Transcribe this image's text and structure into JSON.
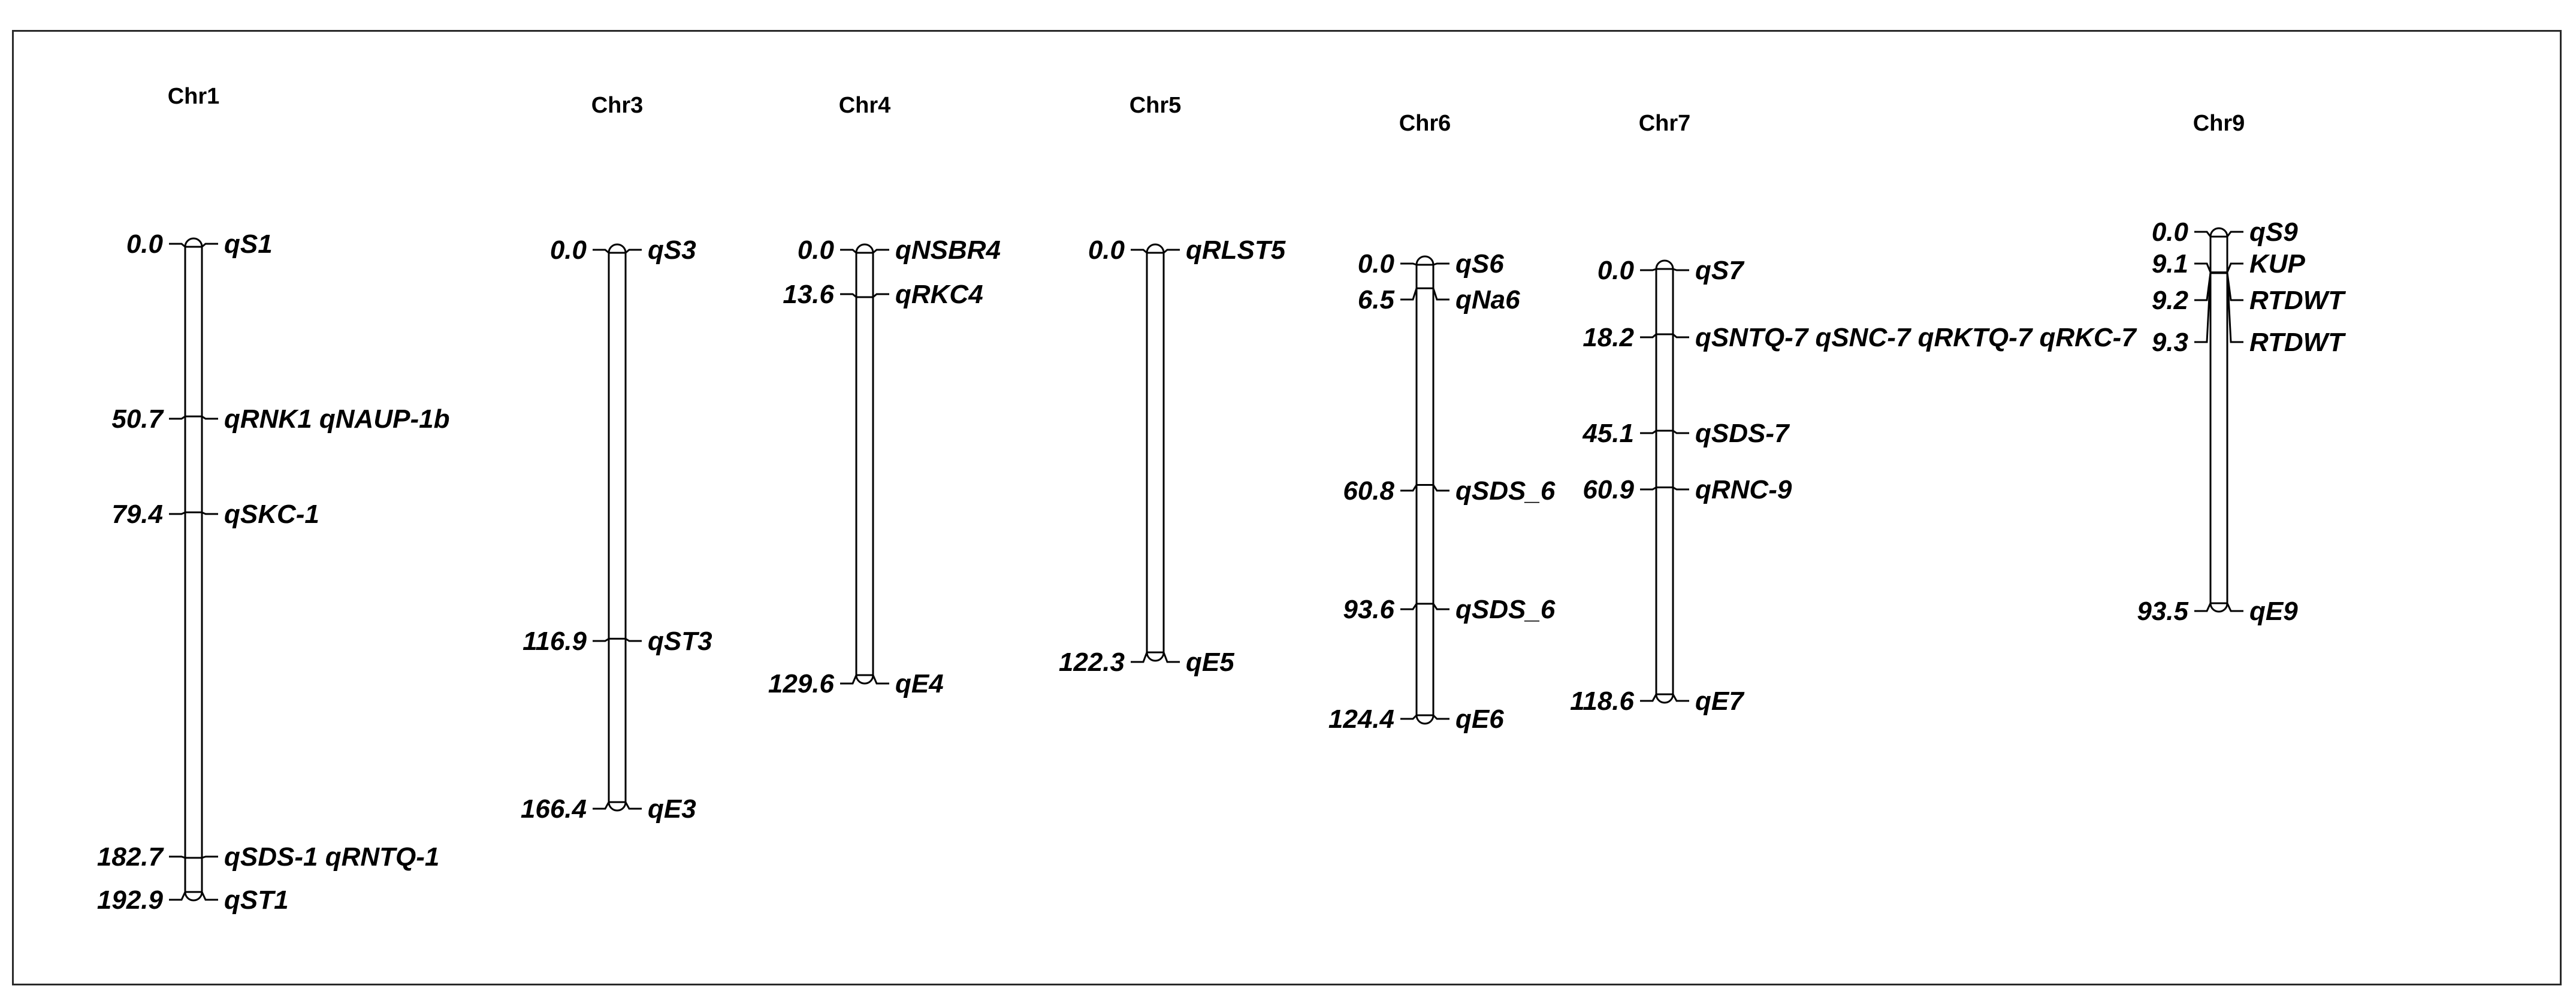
{
  "chromosomes": [
    {
      "name": "Chr1",
      "markers": [
        {
          "pos": "0.0",
          "qtl": "qS1"
        },
        {
          "pos": "50.7",
          "qtl": "qRNK1 qNAUP-1b"
        },
        {
          "pos": "79.4",
          "qtl": "qSKC-1"
        },
        {
          "pos": "182.7",
          "qtl": "qSDS-1 qRNTQ-1"
        },
        {
          "pos": "192.9",
          "qtl": "qST1"
        }
      ]
    },
    {
      "name": "Chr3",
      "markers": [
        {
          "pos": "0.0",
          "qtl": "qS3"
        },
        {
          "pos": "116.9",
          "qtl": "qST3"
        },
        {
          "pos": "166.4",
          "qtl": "qE3"
        }
      ]
    },
    {
      "name": "Chr4",
      "markers": [
        {
          "pos": "0.0",
          "qtl": "qNSBR4"
        },
        {
          "pos": "13.6",
          "qtl": "qRKC4"
        },
        {
          "pos": "129.6",
          "qtl": "qE4"
        }
      ]
    },
    {
      "name": "Chr5",
      "markers": [
        {
          "pos": "0.0",
          "qtl": "qRLST5"
        },
        {
          "pos": "122.3",
          "qtl": "qE5"
        }
      ]
    },
    {
      "name": "Chr6",
      "markers": [
        {
          "pos": "0.0",
          "qtl": "qS6"
        },
        {
          "pos": "6.5",
          "qtl": "qNa6"
        },
        {
          "pos": "60.8",
          "qtl": "qSDS_6"
        },
        {
          "pos": "93.6",
          "qtl": "qSDS_6"
        },
        {
          "pos": "124.4",
          "qtl": "qE6"
        }
      ]
    },
    {
      "name": "Chr7",
      "markers": [
        {
          "pos": "0.0",
          "qtl": "qS7"
        },
        {
          "pos": "18.2",
          "qtl": "qSNTQ-7 qSNC-7 qRKTQ-7 qRKC-7"
        },
        {
          "pos": "45.1",
          "qtl": "qSDS-7"
        },
        {
          "pos": "60.9",
          "qtl": "qRNC-9"
        },
        {
          "pos": "118.6",
          "qtl": "qE7"
        }
      ]
    },
    {
      "name": "Chr9",
      "markers": [
        {
          "pos": "0.0",
          "qtl": "qS9"
        },
        {
          "pos": "9.1",
          "qtl": "KUP"
        },
        {
          "pos": "9.2",
          "qtl": "RTDWT"
        },
        {
          "pos": "9.3",
          "qtl": "RTDWT"
        },
        {
          "pos": "93.5",
          "qtl": "qE9"
        }
      ]
    }
  ]
}
